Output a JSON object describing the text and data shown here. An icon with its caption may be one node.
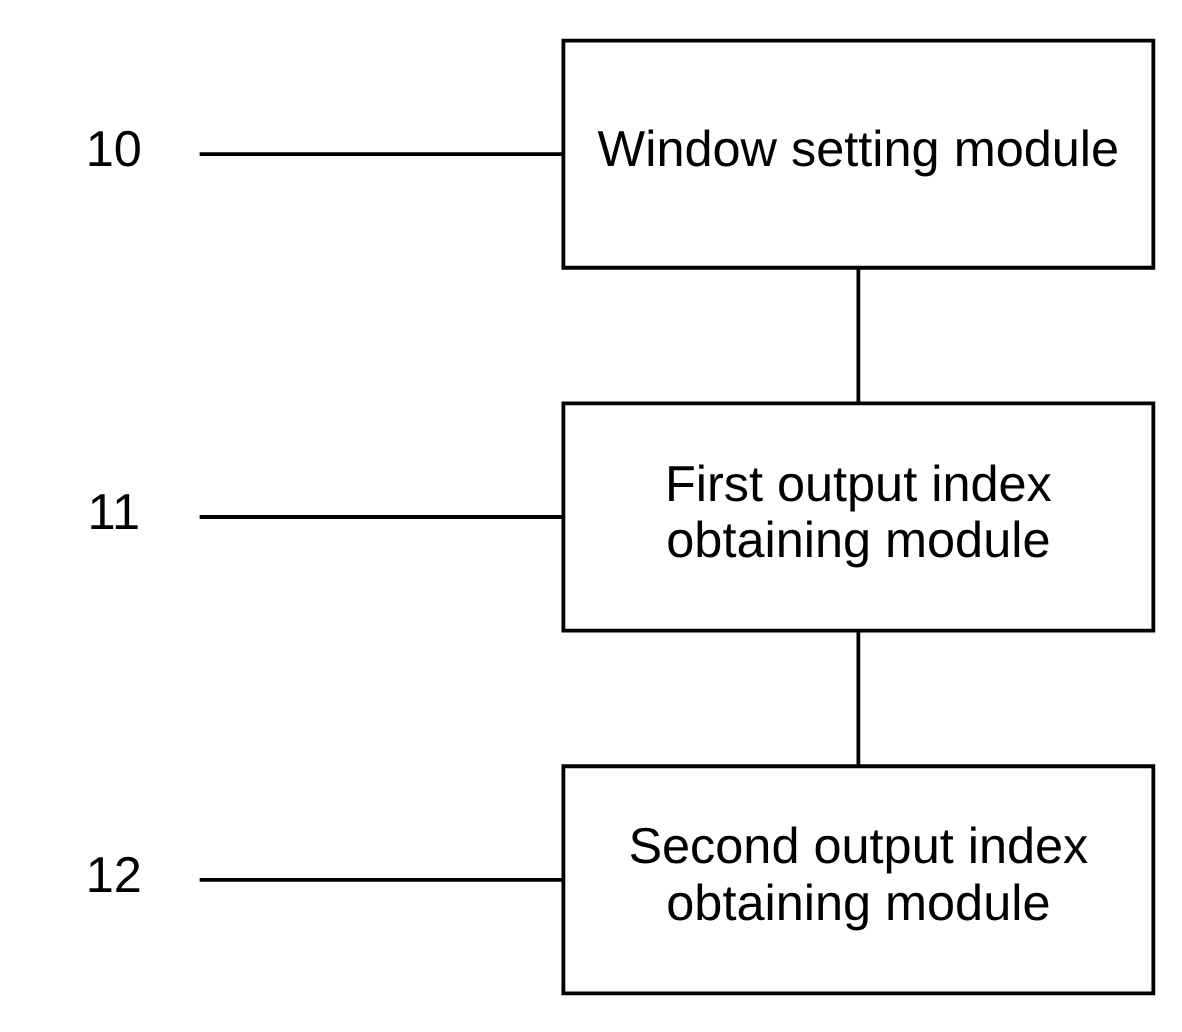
{
  "diagram": {
    "nodes": [
      {
        "text": [
          "Window setting module"
        ]
      },
      {
        "text": [
          "10"
        ]
      },
      {
        "text": [
          "First output index obtaining module"
        ]
      },
      {
        "text": [
          "11"
        ]
      },
      {
        "text": [
          "Second output index obtaining module"
        ]
      },
      {
        "text": [
          "12"
        ]
      }
    ],
    "edges": [
      {
        "from": 0,
        "to": 2,
        "arrow": "none"
      },
      {
        "from": 2,
        "to": 4,
        "arrow": "none"
      },
      {
        "from": 1,
        "to": 0,
        "arrow": "none"
      },
      {
        "from": 3,
        "to": 2,
        "arrow": "none"
      },
      {
        "from": 5,
        "to": 4,
        "arrow": "none"
      }
    ]
  }
}
